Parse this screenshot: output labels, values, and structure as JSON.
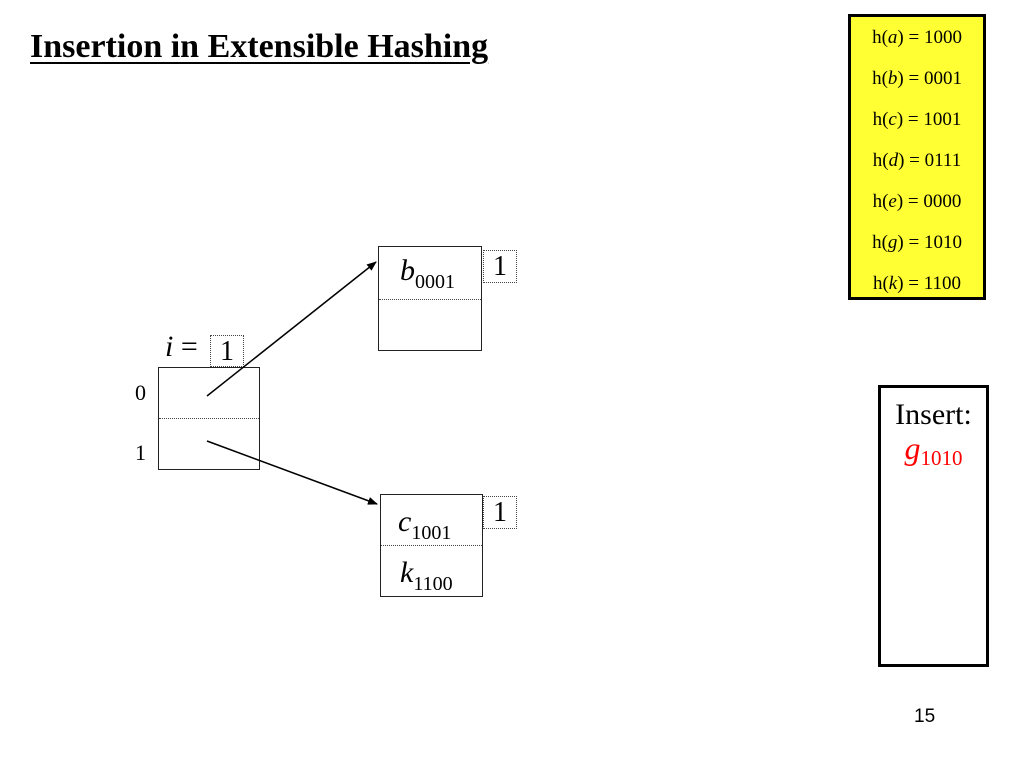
{
  "title": "Insertion in Extensible Hashing",
  "hash_table": [
    {
      "key": "a",
      "value": "1000"
    },
    {
      "key": "b",
      "value": "0001"
    },
    {
      "key": "c",
      "value": "1001"
    },
    {
      "key": "d",
      "value": "0111"
    },
    {
      "key": "e",
      "value": "0000"
    },
    {
      "key": "g",
      "value": "1010"
    },
    {
      "key": "k",
      "value": "1100"
    }
  ],
  "insert": {
    "label": "Insert:",
    "key": "g",
    "bits": "1010",
    "color": "#ff0000"
  },
  "directory": {
    "global_depth_label": "i =",
    "global_depth": "1",
    "entries": [
      "0",
      "1"
    ]
  },
  "buckets": [
    {
      "local_depth": "1",
      "records": [
        {
          "key": "b",
          "bits": "0001"
        }
      ]
    },
    {
      "local_depth": "1",
      "records": [
        {
          "key": "c",
          "bits": "1001"
        },
        {
          "key": "k",
          "bits": "1100"
        }
      ]
    }
  ],
  "page_number": "15",
  "colors": {
    "hash_panel_bg": "#ffff33",
    "insert_key": "#ff0000"
  }
}
